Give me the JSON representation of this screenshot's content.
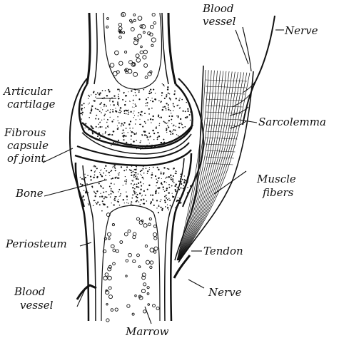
{
  "labels": {
    "blood_vessel_top_1": "Blood",
    "blood_vessel_top_2": "vessel",
    "nerve_top": "Nerve",
    "articular_1": "Articular",
    "articular_2": "cartilage",
    "fibrous_1": "Fibrous",
    "fibrous_2": "capsule",
    "fibrous_3": "of joint",
    "sarcolemma": "Sarcolemma",
    "muscle_1": "Muscle",
    "muscle_2": "fibers",
    "bone": "Bone",
    "periosteum": "Periosteum",
    "tendon": "Tendon",
    "blood_vessel_bottom_1": "Blood",
    "blood_vessel_bottom_2": "vessel",
    "nerve_bottom": "Nerve",
    "marrow": "Marrow"
  },
  "colors": {
    "ink": "#111111",
    "paper": "#ffffff"
  }
}
